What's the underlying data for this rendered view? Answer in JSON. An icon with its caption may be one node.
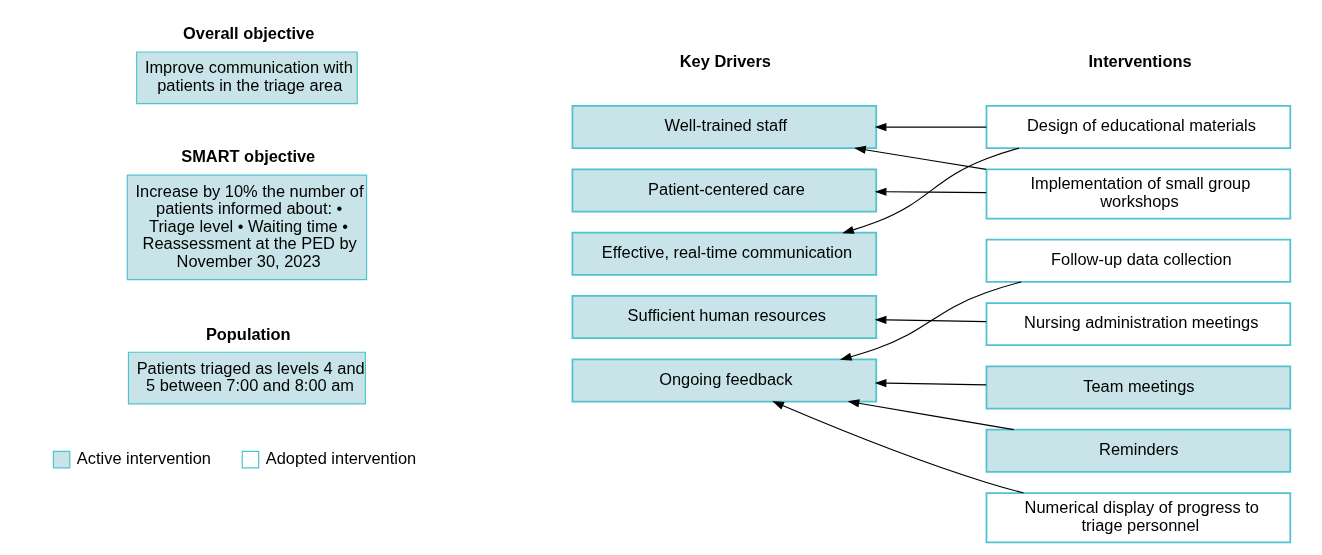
{
  "diagram": {
    "nodes": [
      {
        "text": [
          "Overall objective",
          "Improve communication with patients in the triage area"
        ]
      },
      {
        "text": [
          "SMART objective",
          "Increase by 10% the number of patients informed about: • Triage level • Waiting time • Reassessment at the PED by November 30, 2023"
        ]
      },
      {
        "text": [
          "Population",
          "Patients triaged as levels 4 and 5 between 7:00 and 8:00 am"
        ]
      },
      {
        "text": [
          "Well-trained staff"
        ]
      },
      {
        "text": [
          "Patient-centered care"
        ]
      },
      {
        "text": [
          "Effective, real-time communication"
        ]
      },
      {
        "text": [
          "Sufficient human resources"
        ]
      },
      {
        "text": [
          "Ongoing feedback"
        ]
      },
      {
        "text": [
          "Design of educational materials"
        ]
      },
      {
        "text": [
          "Implementation of small group workshops"
        ]
      },
      {
        "text": [
          "Follow-up data collection"
        ]
      },
      {
        "text": [
          "Nursing administration meetings"
        ]
      },
      {
        "text": [
          "Team meetings"
        ]
      },
      {
        "text": [
          "Reminders"
        ]
      },
      {
        "text": [
          "Numerical display of progress to triage personnel"
        ]
      }
    ],
    "edges": [
      {
        "from": 8,
        "to": 3,
        "arrow": "to"
      },
      {
        "from": 9,
        "to": 3,
        "arrow": "to"
      },
      {
        "from": 9,
        "to": 4,
        "arrow": "to"
      },
      {
        "from": 8,
        "to": 5,
        "arrow": "to"
      },
      {
        "from": 10,
        "to": 7,
        "arrow": "to"
      },
      {
        "from": 11,
        "to": 6,
        "arrow": "to"
      },
      {
        "from": 12,
        "to": 7,
        "arrow": "to"
      },
      {
        "from": 13,
        "to": 7,
        "arrow": "to"
      },
      {
        "from": 14,
        "to": 7,
        "arrow": "to"
      }
    ],
    "labels": [
      "Key Drivers",
      "Interventions"
    ],
    "legend": [
      {
        "text": "Active intervention",
        "color": "#c8e4e8"
      },
      {
        "text": "Adopted intervention",
        "color": "#ffffff"
      }
    ]
  }
}
